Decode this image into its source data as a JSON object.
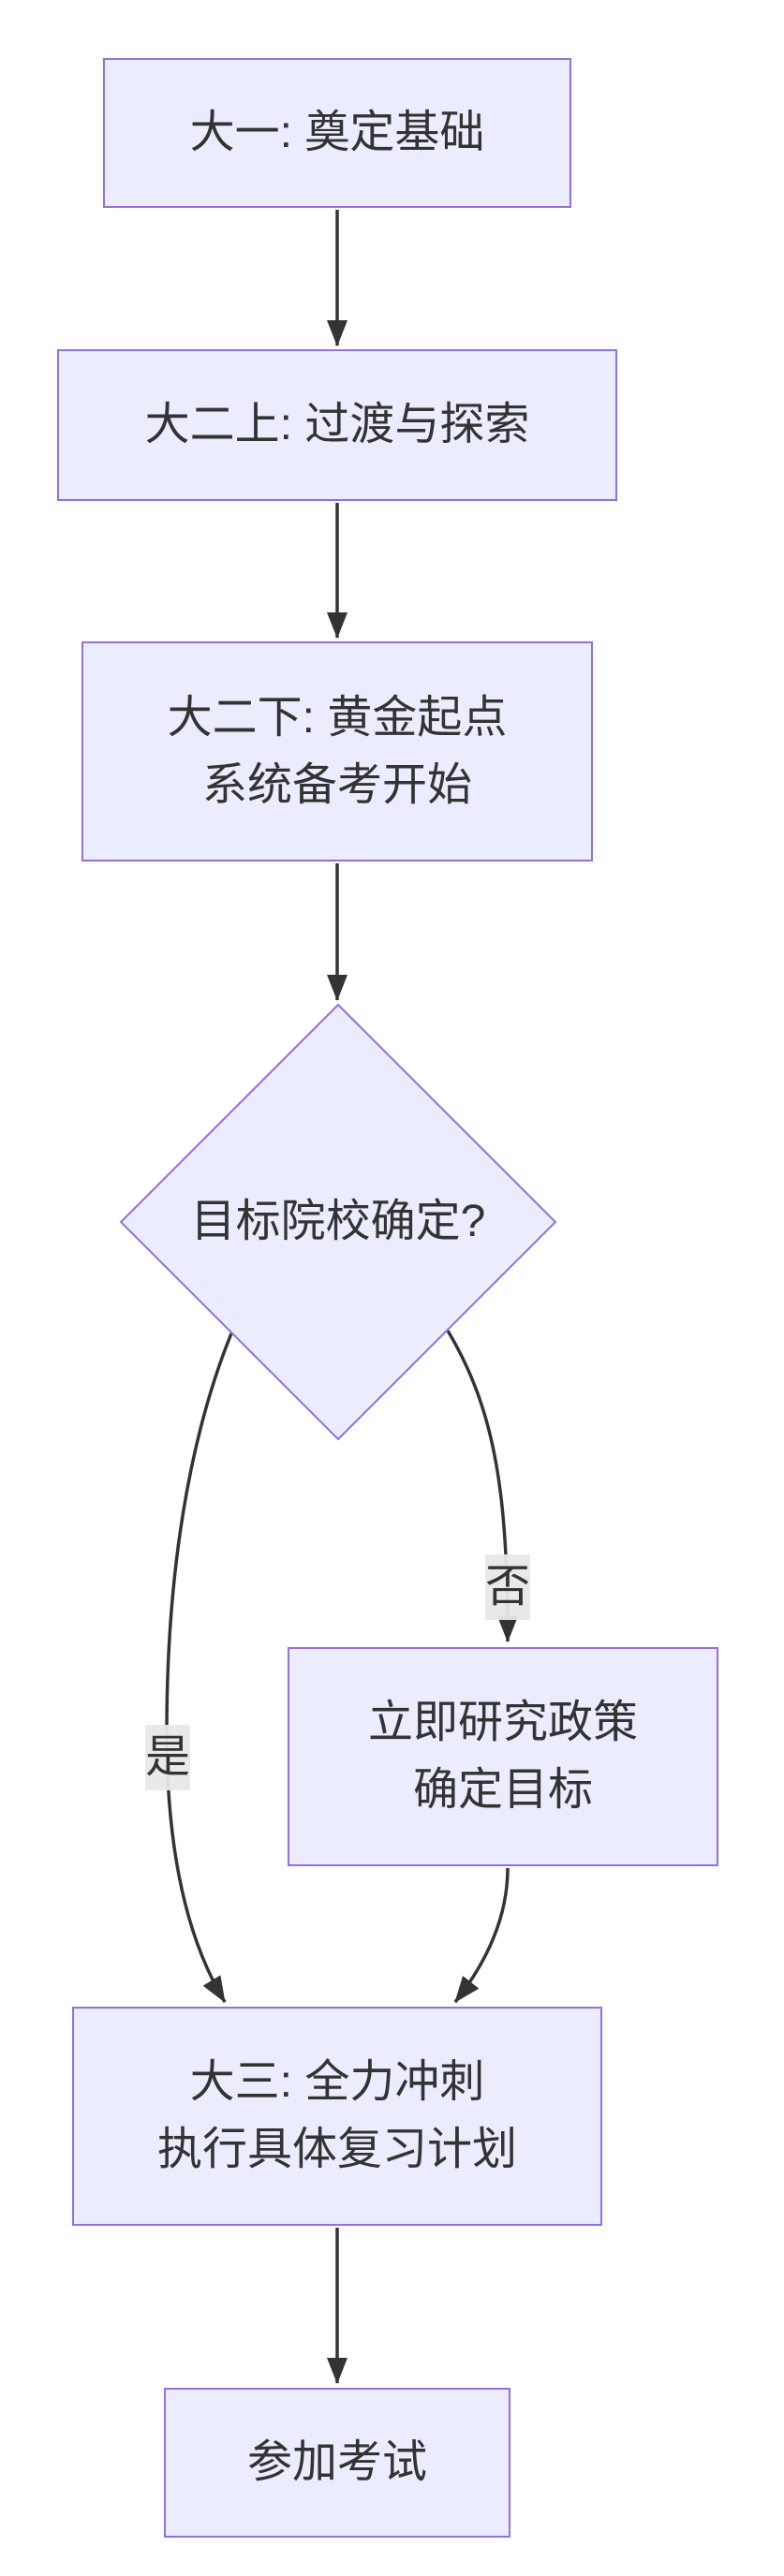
{
  "diagram": {
    "type": "flowchart",
    "direction": "top-down",
    "colors": {
      "background": "#ffffff",
      "node_fill": "#ECECFF",
      "node_border": "#9370DB",
      "edge_stroke": "#333333",
      "text": "#333333",
      "edge_label_bg": "#e8e8e8"
    },
    "nodes": [
      {
        "id": "y1",
        "shape": "rect",
        "lines": [
          "大一: 奠定基础"
        ]
      },
      {
        "id": "y2a",
        "shape": "rect",
        "lines": [
          "大二上: 过渡与探索"
        ]
      },
      {
        "id": "y2b",
        "shape": "rect",
        "lines": [
          "大二下: 黄金起点",
          "系统备考开始"
        ]
      },
      {
        "id": "decision",
        "shape": "diamond",
        "lines": [
          "目标院校确定?"
        ]
      },
      {
        "id": "policy",
        "shape": "rect",
        "lines": [
          "立即研究政策",
          "确定目标"
        ]
      },
      {
        "id": "y3",
        "shape": "rect",
        "lines": [
          "大三: 全力冲刺",
          "执行具体复习计划"
        ]
      },
      {
        "id": "exam",
        "shape": "rect",
        "lines": [
          "参加考试"
        ]
      }
    ],
    "edges": [
      {
        "from": "y1",
        "to": "y2a",
        "label": ""
      },
      {
        "from": "y2a",
        "to": "y2b",
        "label": ""
      },
      {
        "from": "y2b",
        "to": "decision",
        "label": ""
      },
      {
        "from": "decision",
        "to": "y3",
        "label": "是"
      },
      {
        "from": "decision",
        "to": "policy",
        "label": "否"
      },
      {
        "from": "policy",
        "to": "y3",
        "label": ""
      },
      {
        "from": "y3",
        "to": "exam",
        "label": ""
      }
    ]
  }
}
